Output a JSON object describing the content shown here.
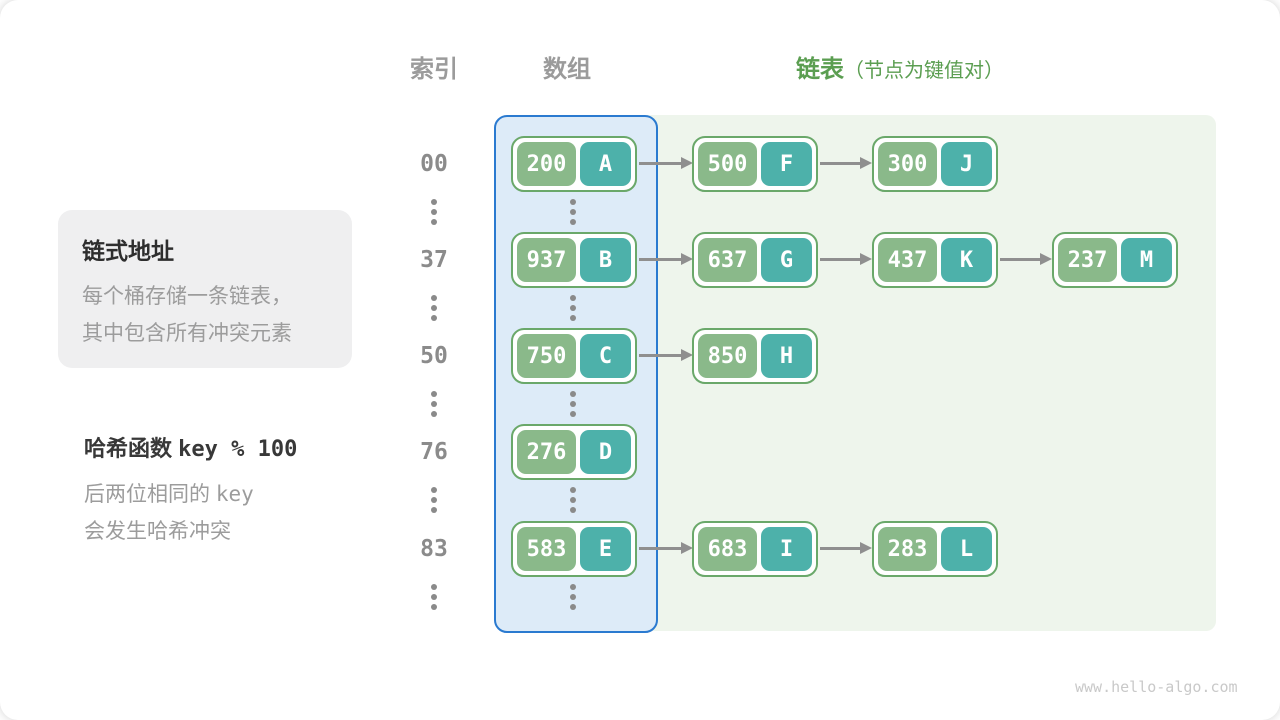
{
  "headers": {
    "index": "索引",
    "array": "数组",
    "list": "链表",
    "list_note": "（节点为键值对）"
  },
  "info_box": {
    "title": "链式地址",
    "line1": "每个桶存储一条链表，",
    "line2": "其中包含所有冲突元素"
  },
  "hash_note": {
    "label": "哈希函数",
    "formula": "key % 100",
    "line2_prefix": "后两位相同的",
    "line2_code": "key",
    "line3": "会发生哈希冲突"
  },
  "rows": [
    {
      "index": "00",
      "array": {
        "key": "200",
        "value": "A"
      },
      "chain": [
        {
          "key": "500",
          "value": "F"
        },
        {
          "key": "300",
          "value": "J"
        }
      ]
    },
    {
      "index": "37",
      "array": {
        "key": "937",
        "value": "B"
      },
      "chain": [
        {
          "key": "637",
          "value": "G"
        },
        {
          "key": "437",
          "value": "K"
        },
        {
          "key": "237",
          "value": "M"
        }
      ]
    },
    {
      "index": "50",
      "array": {
        "key": "750",
        "value": "C"
      },
      "chain": [
        {
          "key": "850",
          "value": "H"
        }
      ]
    },
    {
      "index": "76",
      "array": {
        "key": "276",
        "value": "D"
      },
      "chain": []
    },
    {
      "index": "83",
      "array": {
        "key": "583",
        "value": "E"
      },
      "chain": [
        {
          "key": "683",
          "value": "I"
        },
        {
          "key": "283",
          "value": "L"
        }
      ]
    }
  ],
  "watermark": "www.hello-algo.com",
  "colors": {
    "accent_green": "#5b9e51",
    "node_border": "#6aa86a",
    "key_fill": "#8ab98a",
    "value_fill": "#4db1aa",
    "array_box_border": "#2a7ad0",
    "array_box_fill": "#ddebf8",
    "list_region_fill": "#eef5ec",
    "arrow": "#8f8f8f",
    "header_gray": "#9b9b9b"
  }
}
